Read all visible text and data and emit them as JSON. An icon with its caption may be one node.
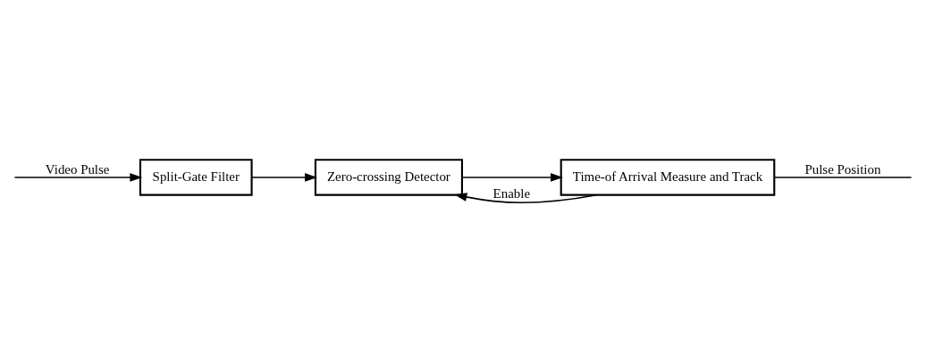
{
  "diagram": {
    "nodes": [
      {
        "text": [
          "Split-Gate Filter"
        ]
      },
      {
        "text": [
          "Zero-crossing Detector"
        ]
      },
      {
        "text": [
          "Time-of Arrival Measure and Track"
        ]
      }
    ],
    "edges": [
      {
        "from": null,
        "to": 0,
        "arrow": "to",
        "label": "Video Pulse"
      },
      {
        "from": 0,
        "to": 1,
        "arrow": "to"
      },
      {
        "from": 1,
        "to": 2,
        "arrow": "to"
      },
      {
        "from": 2,
        "to": 1,
        "arrow": "to",
        "label": "Enable"
      },
      {
        "from": 2,
        "to": null,
        "arrow": "none",
        "label": "Pulse Position"
      }
    ]
  }
}
